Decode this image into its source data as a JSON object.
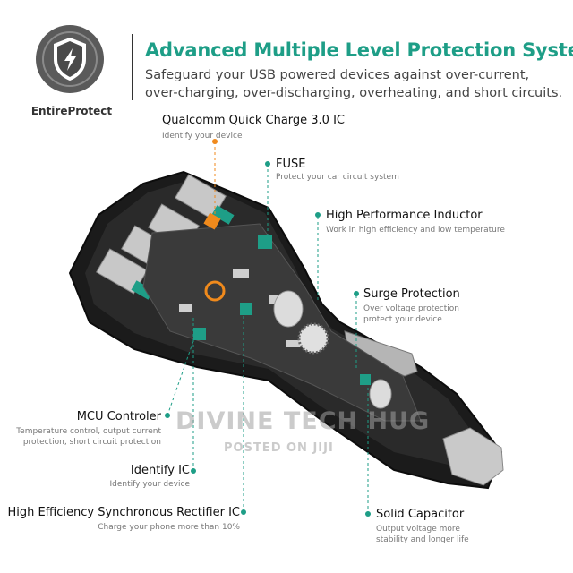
{
  "header": {
    "badge_label": "EntireProtect",
    "title": "Advanced Multiple Level Protection System",
    "subtitle_line1": "Safeguard your USB powered devices against over-current,",
    "subtitle_line2": "over-charging, over-discharging, overheating, and short circuits."
  },
  "callouts": {
    "qualcomm": {
      "label": "Qualcomm Quick Charge 3.0 IC",
      "desc": "Identify your device"
    },
    "fuse": {
      "label": "FUSE",
      "desc": "Protect your car circuit system"
    },
    "inductor": {
      "label": "High Performance Inductor",
      "desc": "Work in high efficiency and low temperature"
    },
    "surge": {
      "label": "Surge Protection",
      "desc_line1": "Over voltage protection",
      "desc_line2": "protect your device"
    },
    "mcu": {
      "label": "MCU Controler",
      "desc_line1": "Temperature control, output current",
      "desc_line2": "protection, short circuit protection"
    },
    "identify": {
      "label": "Identify  IC",
      "desc": "Identify your device"
    },
    "rectifier": {
      "label": "High Efficiency Synchronous Rectifier IC",
      "desc": "Charge your phone more than 10%"
    },
    "capacitor": {
      "label": "Solid Capacitor",
      "desc_line1": "Output voltage more",
      "desc_line2": "stability and longer life"
    }
  },
  "watermark": {
    "line1": "DIVINE TECH HUG",
    "line2": "POSTED ON JIJI"
  },
  "colors": {
    "accent": "#1e9e87",
    "highlight": "#f08a1c",
    "device": "#1a1a1a"
  },
  "icons": {
    "badge": "shield-lightning-icon"
  }
}
